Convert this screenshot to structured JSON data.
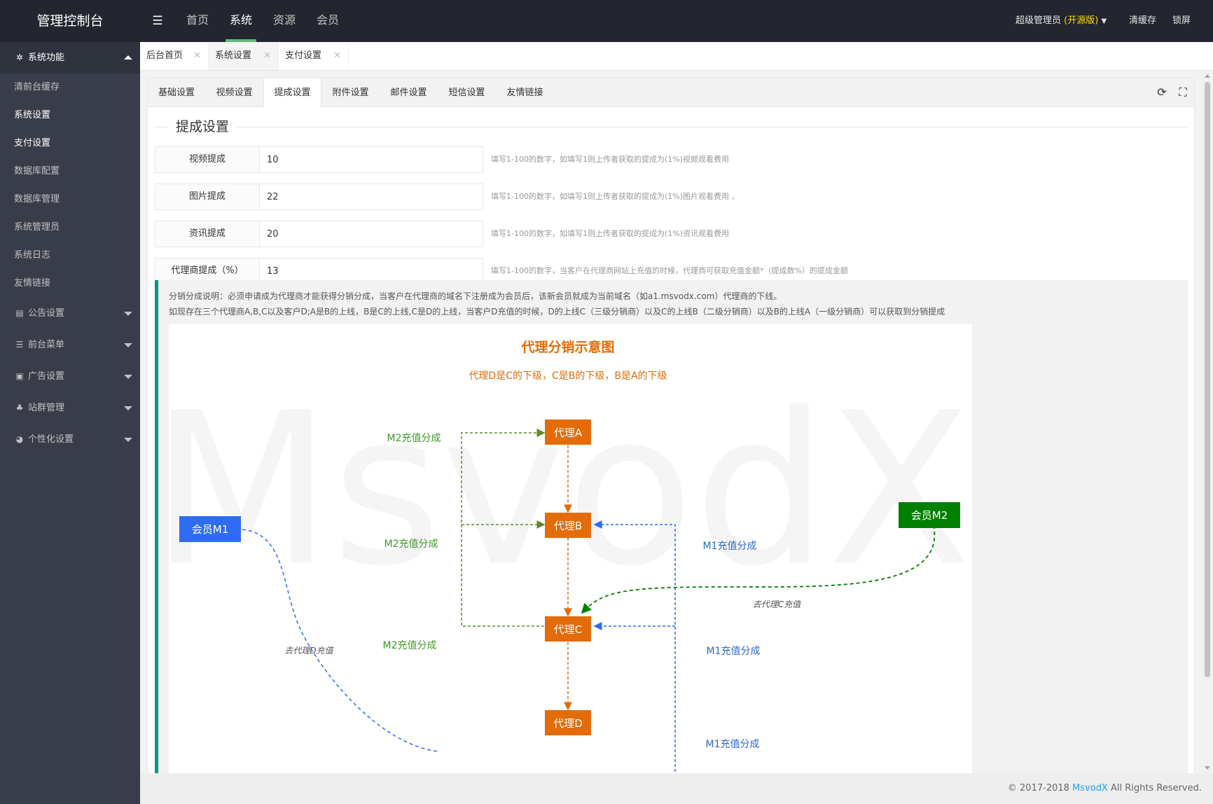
{
  "app": {
    "title": "管理控制台"
  },
  "topnav": {
    "toggle_icon": "menu-list-icon",
    "items": [
      "首页",
      "系统",
      "资源",
      "会员"
    ],
    "active": "系统",
    "user": "超级管理员",
    "edition": "(开源版)",
    "clear_cache": "清缓存",
    "lock": "锁屏"
  },
  "sidebar": {
    "system_group": {
      "label": "系统功能",
      "icon": "gear-icon",
      "items": [
        "清前台缓存",
        "系统设置",
        "支付设置",
        "数据库配置",
        "数据库管理",
        "系统管理员",
        "系统日志",
        "友情链接"
      ],
      "active_items": [
        "系统设置",
        "支付设置"
      ]
    },
    "groups": [
      {
        "label": "公告设置",
        "icon": "book-icon"
      },
      {
        "label": "前台菜单",
        "icon": "list-icon"
      },
      {
        "label": "广告设置",
        "icon": "image-icon"
      },
      {
        "label": "站群管理",
        "icon": "sitemap-icon"
      },
      {
        "label": "个性化设置",
        "icon": "dashboard-icon"
      }
    ]
  },
  "page_tabs": [
    {
      "label": "后台首页",
      "active": false
    },
    {
      "label": "系统设置",
      "active": true
    },
    {
      "label": "支付设置",
      "active": false
    }
  ],
  "sub_tabs": {
    "items": [
      "基础设置",
      "视频设置",
      "提成设置",
      "附件设置",
      "邮件设置",
      "短信设置",
      "友情链接"
    ],
    "active": "提成设置",
    "refresh_icon": "refresh-icon",
    "fullscreen_icon": "fullscreen-icon"
  },
  "section": {
    "title": "提成设置"
  },
  "fields": [
    {
      "label": "视频提成",
      "value": "10",
      "hint": "填写1-100的数字，如填写1则上传者获取的提成为(1%)视频观看费用"
    },
    {
      "label": "图片提成",
      "value": "22",
      "hint": "填写1-100的数字，如填写1则上传者获取的提成为(1%)图片观看费用  、"
    },
    {
      "label": "资讯提成",
      "value": "20",
      "hint": "填写1-100的数字，如填写1则上传者获取的提成为(1%)资讯观看费用"
    },
    {
      "label": "代理商提成（%）",
      "value": "13",
      "hint": "填写1-100的数字，当客户在代理商网站上充值的时候，代理商可获取充值金额*（提成数%）的提成金额"
    }
  ],
  "note": {
    "line1": "分销分成说明：必须申请成为代理商才能获得分销分成，当客户在代理商的域名下注册成为会员后，该新会员就成为当前域名（如a1.msvodx.com）代理商的下线。",
    "line2": "如现存在三个代理商A,B,C以及客户D;A是B的上线，B是C的上线,C是D的上线，当客户D充值的时候，D的上线C（三级分销商）以及C的上线B（二级分销商）以及B的上线A（一级分销商）可以获取到分销提成"
  },
  "diagram": {
    "title": "代理分销示意图",
    "subtitle": "代理D是C的下级，C是B的下级，B是A的下级",
    "watermark": "MsvodX",
    "node_a": "代理A",
    "node_b": "代理B",
    "node_c": "代理C",
    "node_d": "代理D",
    "member_m1": "会员M1",
    "member_m2": "会员M2",
    "m2_label_1": "M2充值分成",
    "m2_label_2": "M2充值分成",
    "m2_label_3": "M2充值分成",
    "m1_label_1": "M1充值分成",
    "m1_label_2": "M1充值分成",
    "m1_label_3": "M1充值分成",
    "curve_m1": "去代理D充值",
    "curve_m2": "去代理C充值",
    "colors": {
      "agent": "#e36c09",
      "m1": "#2f6cf3",
      "m2": "#008000",
      "m2_arrow": "#5f8b2a",
      "label_green": "#3e9a26",
      "label_blue": "#2d68d4"
    }
  },
  "footer": {
    "prefix": "© 2017-2018 ",
    "brand": "MsvodX",
    "suffix": " All Rights Reserved."
  }
}
